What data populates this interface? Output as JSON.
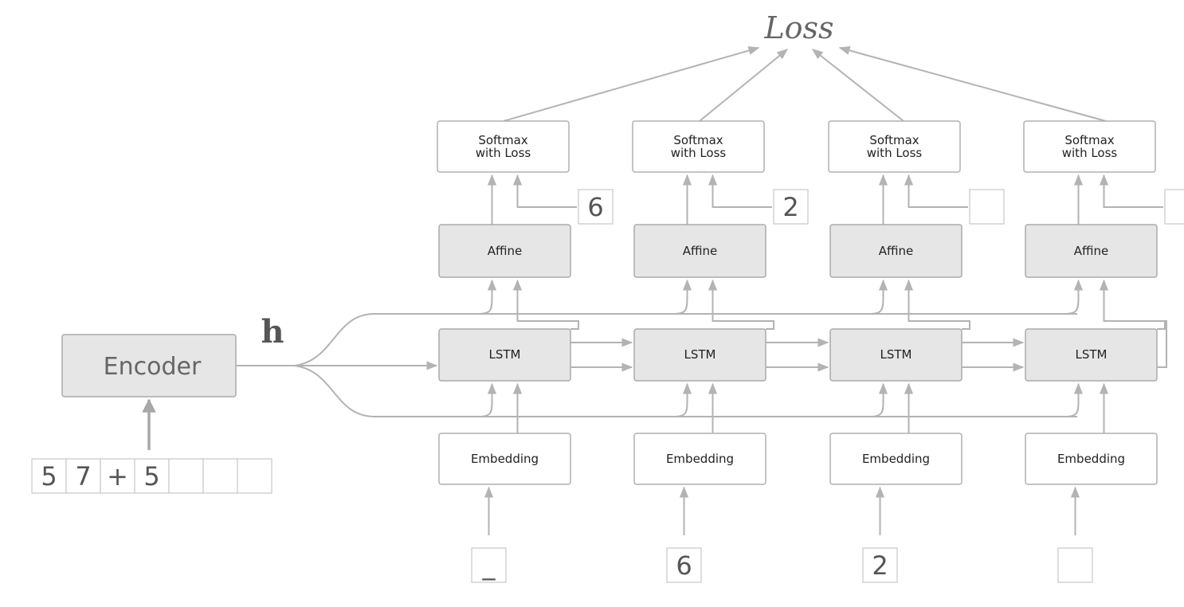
{
  "loss_label": "Loss",
  "h_label": "h",
  "encoder": {
    "label": "Encoder",
    "input_tokens": [
      "5",
      "7",
      "+",
      "5",
      "",
      "",
      ""
    ]
  },
  "columns": [
    {
      "softmax_label": "Softmax\nwith Loss",
      "target": "6",
      "affine_label": "Affine",
      "lstm_label": "LSTM",
      "embedding_label": "Embedding",
      "input": "_"
    },
    {
      "softmax_label": "Softmax\nwith Loss",
      "target": "2",
      "affine_label": "Affine",
      "lstm_label": "LSTM",
      "embedding_label": "Embedding",
      "input": "6"
    },
    {
      "softmax_label": "Softmax\nwith Loss",
      "target": "",
      "affine_label": "Affine",
      "lstm_label": "LSTM",
      "embedding_label": "Embedding",
      "input": "2"
    },
    {
      "softmax_label": "Softmax\nwith Loss",
      "target": "",
      "affine_label": "Affine",
      "lstm_label": "LSTM",
      "embedding_label": "Embedding",
      "input": ""
    }
  ],
  "colors": {
    "line": "#b3b3b3",
    "grey_box": "#e6e6e6",
    "box_border": "#aaaaaa",
    "text": "#222222"
  }
}
